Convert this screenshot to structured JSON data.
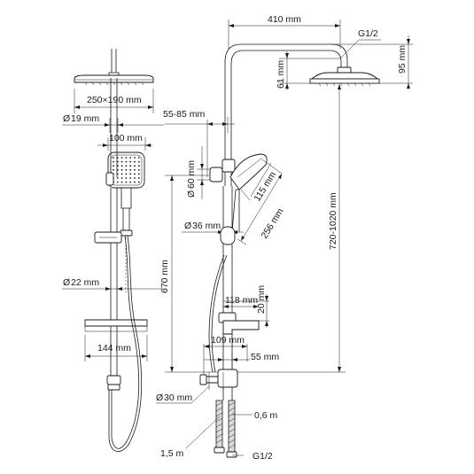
{
  "left_view": {
    "head_size": "250×190 mm",
    "arm_diameter": "19 mm",
    "hand_shower_width": "100 mm",
    "pipe_diameter": "22 mm",
    "shelf_width": "144 mm"
  },
  "right_view": {
    "arm_length": "410 mm",
    "thread_top": "G1/2",
    "head_height": "95 mm",
    "head_offset": "61 mm",
    "bracket_distance": "55-85 mm",
    "holder_diameter": "60 mm",
    "hand_length": "256 mm",
    "hand_width": "115 mm",
    "slider_diameter": "36 mm",
    "bar_height": "720-1020 mm",
    "mixer_height": "670 mm",
    "shelf_width": "118 mm",
    "shelf_height": "20 mm",
    "mixer_width": "109 mm",
    "shelf_depth": "55 mm",
    "mixer_diameter": "30 mm",
    "hose_short": "0,6 m",
    "hose_long": "1,5 m",
    "thread_bottom": "G1/2"
  },
  "symbols": {
    "diameter": "Ø"
  }
}
